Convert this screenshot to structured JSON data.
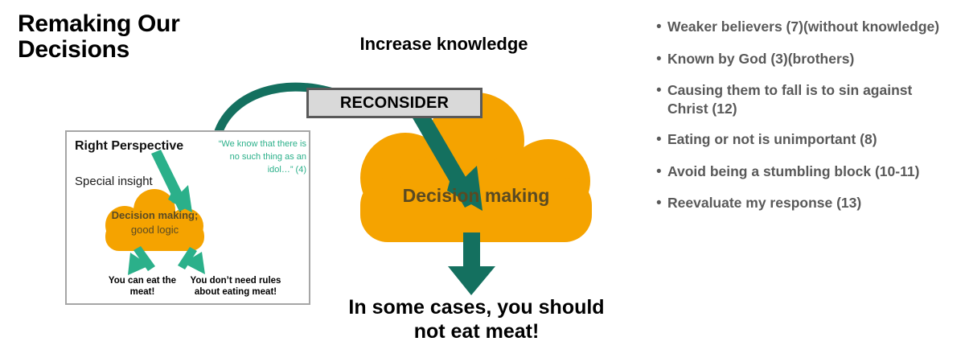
{
  "title": "Remaking Our Decisions",
  "colors": {
    "cloud_orange": "#F5A300",
    "arrow_teal_dark": "#14705F",
    "arrow_teal_light": "#2BB08A",
    "bullet_gray": "#595959",
    "box_fill": "#D9D9D9",
    "box_border": "#595959",
    "cloud_text": "#5A4A22"
  },
  "diagram": {
    "increase_knowledge_label": "Increase knowledge",
    "reconsider_label": "RECONSIDER",
    "cloud_label": "Decision making",
    "conclusion": "In some cases, you should not eat meat!"
  },
  "inner_figure": {
    "heading": "Right Perspective",
    "subheading": "Special insight",
    "quote": "“We know that there is no such thing as an idol…” (4)",
    "cloud_line1": "Decision making;",
    "cloud_line2": "good logic",
    "outcome_left": "You can eat the meat!",
    "outcome_right": "You don’t need rules about eating meat!"
  },
  "bullets": [
    "Weaker believers (7)(without knowledge)",
    "Known by God (3)(brothers)",
    "Causing them to fall is to sin against Christ  (12)",
    "Eating or not is unimportant (8)",
    "Avoid being a stumbling block (10-11)",
    "Reevaluate my response (13)"
  ],
  "bullet_marker": "•"
}
